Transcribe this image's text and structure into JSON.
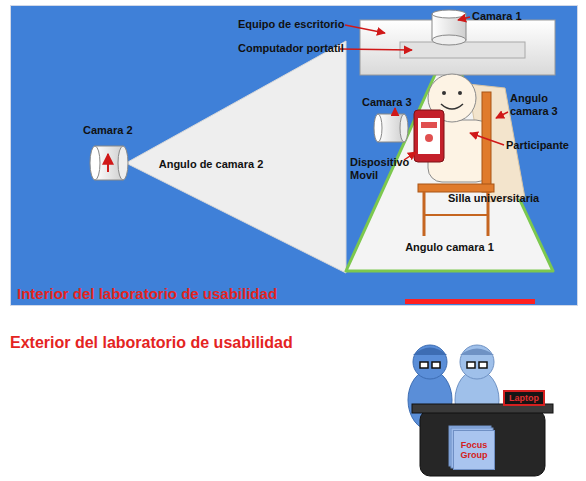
{
  "diagram": {
    "nodes": [
      {
        "text": [
          "Interior del laboratorio de usabilidad"
        ]
      },
      {
        "text": [
          "Angulo de camara 2"
        ],
        "in": 0
      },
      {
        "text": [
          "Angulo camara 1"
        ],
        "in": 0
      },
      {
        "text": [
          "Laptop"
        ]
      },
      {
        "text": [
          "Focus Group"
        ]
      }
    ],
    "edges": [],
    "labels": [
      "Camara 1",
      "Equipo de escritorio",
      "Computador portatil",
      "Camara 3",
      "Angulo camara 3",
      "Participante",
      "Dispositivo Movil",
      "Silla universitaria",
      "Camara 2",
      "Exterior del laboratorio de usabilidad"
    ]
  }
}
